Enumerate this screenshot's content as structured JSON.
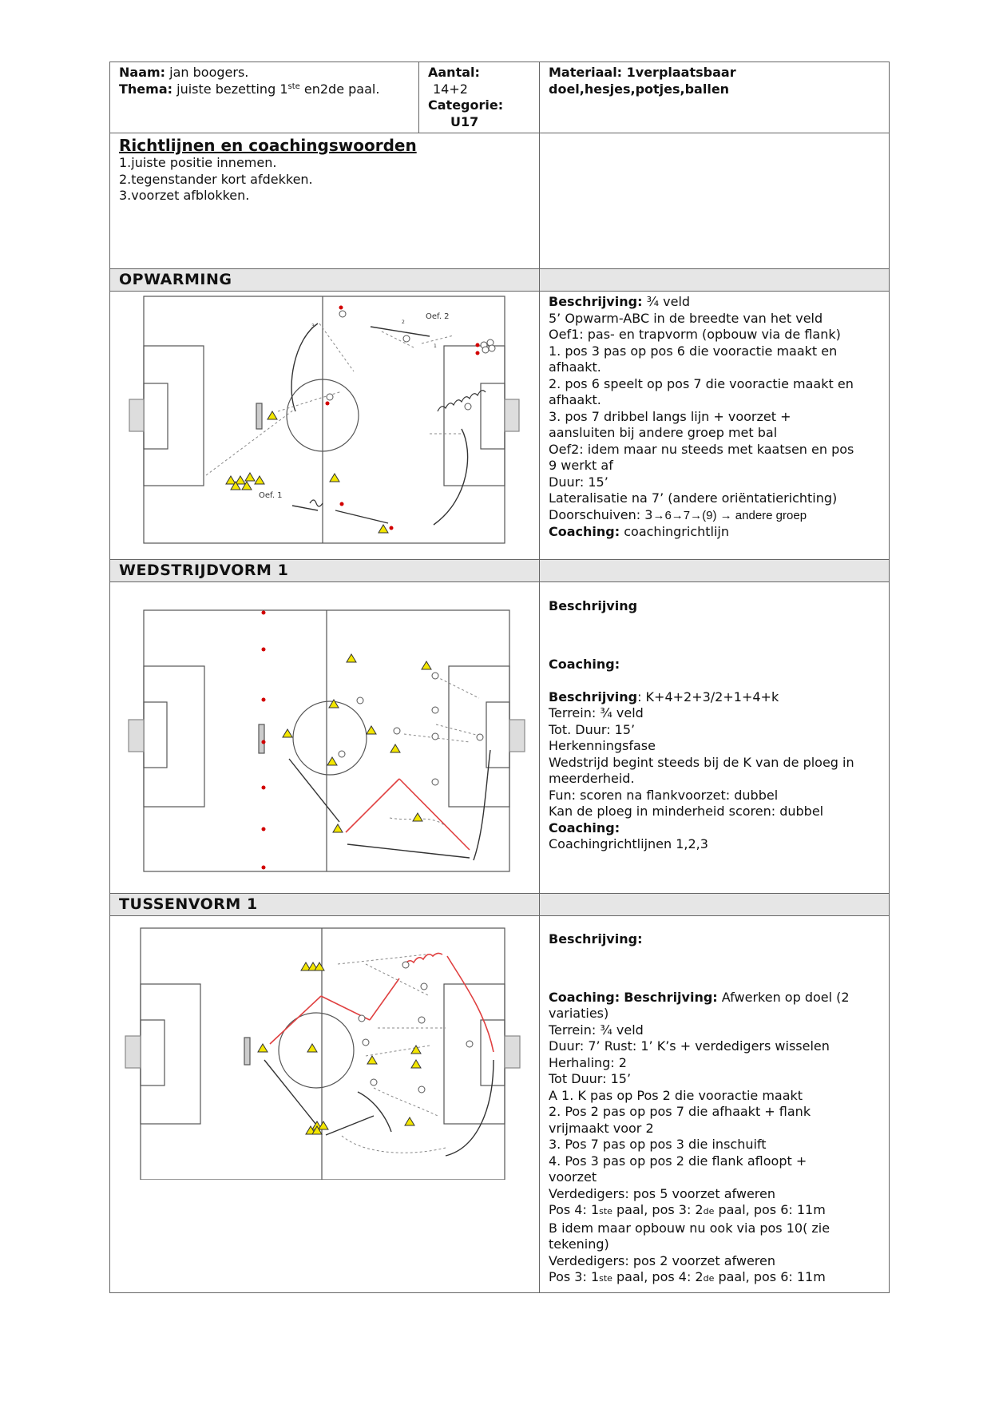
{
  "header": {
    "naam_label": "Naam:",
    "naam_value": "jan boogers.",
    "thema_label": "Thema:",
    "thema_value_a": "juiste bezetting 1",
    "thema_sup": "ste",
    "thema_value_b": "en2de paal.",
    "aantal_label": "Aantal:",
    "aantal_value": "14+2",
    "categorie_label": "Categorie:",
    "categorie_value": "U17",
    "materiaal_line1": "Materiaal: 1verplaatsbaar",
    "materiaal_line2": "doel,hesjes,potjes,ballen"
  },
  "richtlijnen": {
    "title": "Richtlijnen en coachingswoorden",
    "items": [
      "1.juiste positie innemen.",
      "2.tegenstander kort afdekken.",
      "3.voorzet afblokken."
    ]
  },
  "opwarming": {
    "title": "OPWARMING",
    "diagram_labels": {
      "oef1": "Oef. 1",
      "oef2": "Oef. 2",
      "n1": "1",
      "n2": "2",
      "n3": "3"
    },
    "beschrijving_label": "Beschrijving:",
    "beschrijving_value": "¾ veld",
    "lines": [
      "5’ Opwarm-ABC in de breedte van het veld",
      "Oef1: pas- en trapvorm (opbouw via de flank)",
      "1. pos 3 pas op pos 6 die vooractie maakt en",
      "afhaakt.",
      "2. pos 6 speelt op pos 7 die vooractie maakt en",
      "afhaakt.",
      "3. pos 7 dribbel langs lijn + voorzet +",
      "aansluiten bij andere groep met bal",
      "Oef2: idem maar nu steeds met kaatsen en pos",
      "9 werkt af",
      "Duur: 15’",
      "Lateralisatie na 7’ (andere oriëntatierichting)"
    ],
    "doorschuiven_a": "Doorschuiven: 3",
    "doorschuiven_b": "→6→7→(9) → andere groep",
    "coaching_label": "Coaching:",
    "coaching_value": "coachingrichtlijn"
  },
  "wedstrijdvorm": {
    "title": "WEDSTRIJDVORM 1",
    "beschrijving1": "Beschrijving",
    "coaching1": "Coaching:",
    "beschrijving_label": "Beschrijving",
    "beschrijving_value": ": K+4+2+3/2+1+4+k",
    "lines": [
      "Terrein: ¾ veld",
      "Tot. Duur: 15’",
      "Herkenningsfase",
      "Wedstrijd begint steeds bij de K van de ploeg in",
      "meerderheid.",
      "Fun: scoren na flankvoorzet: dubbel",
      "Kan de ploeg in minderheid scoren: dubbel"
    ],
    "coaching_label": "Coaching:",
    "coaching_value": "Coachingrichtlijnen 1,2,3"
  },
  "tussenvorm": {
    "title": "TUSSENVORM 1",
    "beschrijving1": "Beschrijving:",
    "coaching_label": "Coaching:",
    "beschrijving_label": "Beschrijving:",
    "beschrijving_value": "Afwerken op doel (2",
    "lines1": [
      "variaties)",
      "Terrein: ¾ veld",
      "Duur: 7’ Rust: 1’ K’s + verdedigers wisselen",
      "Herhaling: 2",
      "Tot Duur: 15’",
      "A 1. K pas op Pos 2 die vooractie maakt",
      "2. Pos 2 pas op pos 7 die afhaakt + flank",
      "vrijmaakt voor 2",
      "3. Pos 7 pas op pos 3 die inschuift",
      "4. Pos 3 pas op pos 2 die flank afloopt +",
      "voorzet",
      "Verdedigers: pos 5 voorzet afweren"
    ],
    "pos_line1": {
      "a": "Pos 4: 1",
      "b": "ste",
      "c": " paal, pos 3: 2",
      "d": "de",
      "e": " paal, pos 6: 11m"
    },
    "lines2": [
      "B idem maar opbouw nu ook via pos 10( zie",
      "tekening)",
      "Verdedigers: pos 2 voorzet afweren"
    ],
    "pos_line2": {
      "a": "Pos 3: 1",
      "b": "ste",
      "c": " paal, pos 4: 2",
      "d": "de",
      "e": " paal, pos 6: 11m"
    }
  },
  "colors": {
    "player_yellow": "#f3e600",
    "ball_red": "#d20000",
    "arrow_red": "#e04040",
    "border": "#666666",
    "section_bg": "#e6e6e6"
  }
}
